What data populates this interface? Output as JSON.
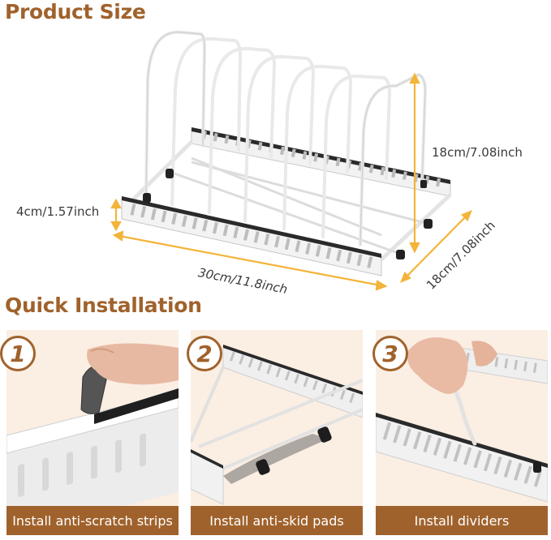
{
  "colors": {
    "brand": "#a0622c",
    "accent": "#f3b43a",
    "panel_bg": "#fbeee3"
  },
  "product_size": {
    "title": "Product Size",
    "height_label": "18cm/7.08inch",
    "side_height_label": "4cm/1.57inch",
    "length_label": "30cm/11.8inch",
    "depth_label": "18cm/7.08inch"
  },
  "installation": {
    "title": "Quick Installation",
    "steps": [
      {
        "number": "1",
        "caption": "Install anti-scratch strips"
      },
      {
        "number": "2",
        "caption": "Install anti-skid pads"
      },
      {
        "number": "3",
        "caption": "Install dividers"
      }
    ]
  }
}
